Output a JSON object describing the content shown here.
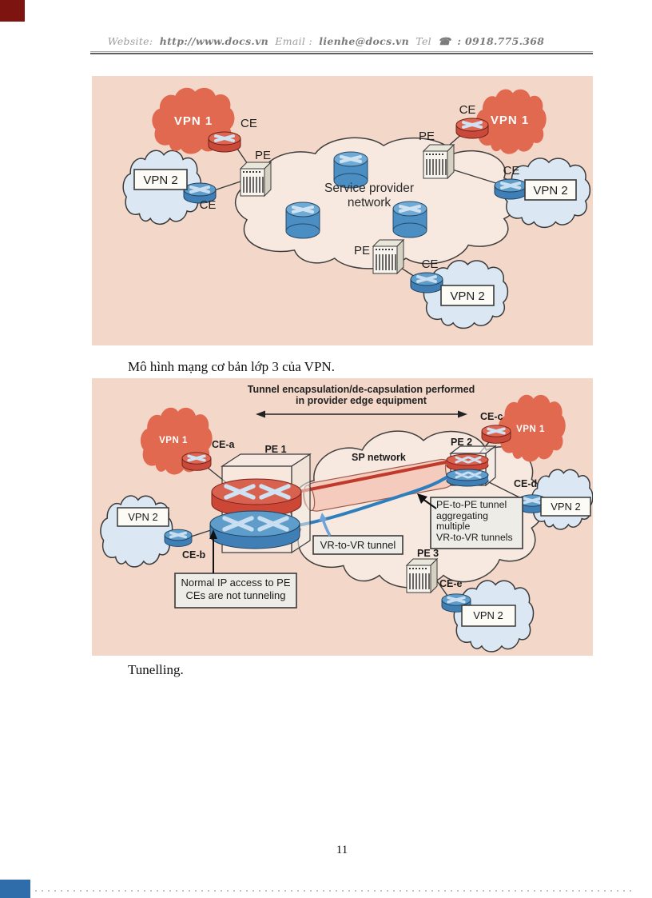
{
  "page": {
    "number": "11"
  },
  "header": {
    "website_label": "Website:",
    "website_url": "http://www.docs.vn",
    "email_label": "Email :",
    "email_address": "lienhe@docs.vn",
    "tel_label": "Tel",
    "phone_icon": "☎",
    "tel_number": ": 0918.775.368"
  },
  "captions": {
    "figure1": "Mô hình mạng cơ bản lớp 3 của VPN.",
    "figure2": "Tunelling."
  },
  "diagram1": {
    "vpn1_label": "VPN 1",
    "vpn2_label": "VPN 2",
    "ce_label": "CE",
    "pe_label": "PE",
    "center_label_line1": "Service provider",
    "center_label_line2": "network"
  },
  "diagram2": {
    "title_line1": "Tunnel encapsulation/de-capsulation performed",
    "title_line2": "in provider edge equipment",
    "sp_network_label": "SP network",
    "vpn1_label": "VPN 1",
    "vpn2_label": "VPN 2",
    "pe1_label": "PE 1",
    "pe2_label": "PE 2",
    "pe3_label": "PE 3",
    "ce_a_label": "CE-a",
    "ce_b_label": "CE-b",
    "ce_c_label": "CE-c",
    "ce_d_label": "CE-d",
    "ce_e_label": "CE-e",
    "vr_tunnel_box_label": "VR-to-VR tunnel",
    "pe_tunnel_box_line1": "PE-to-PE tunnel",
    "pe_tunnel_box_line2": "aggregating",
    "pe_tunnel_box_line3": "multiple",
    "pe_tunnel_box_line4": "VR-to-VR tunnels",
    "normal_ip_box_line1": "Normal IP access to PE",
    "normal_ip_box_line2": "CEs are not tunneling"
  },
  "colors": {
    "diagram_background": "#f3d7c9",
    "sp_cloud_fill": "#f8e9e0",
    "vpn1_cloud_fill": "#e0694f",
    "vpn2_cloud_fill": "#dbe7f2",
    "router_red": "#d96150",
    "router_blue": "#4a8ec4",
    "tunnel_pink": "#f4caba",
    "tunnel_line_red": "#c0392b",
    "tunnel_line_blue": "#2e7dbd"
  }
}
